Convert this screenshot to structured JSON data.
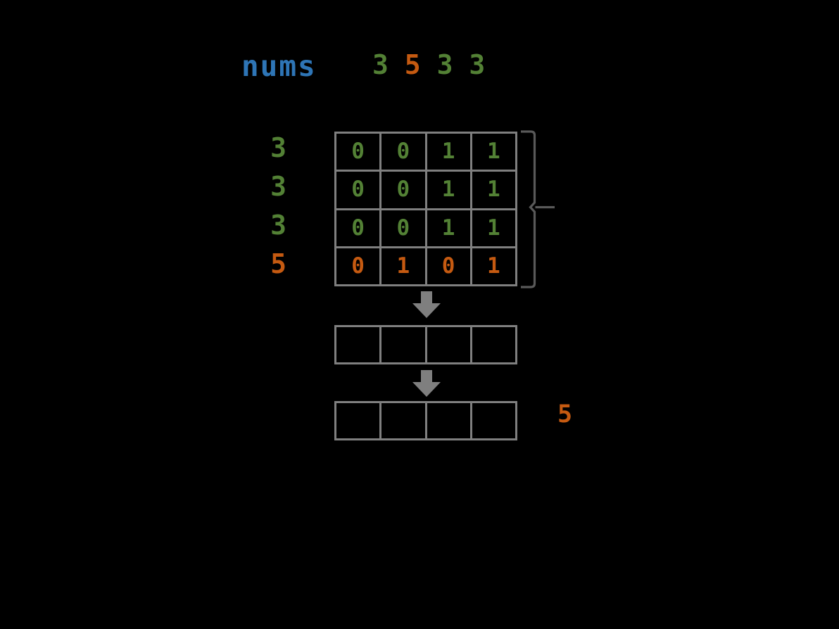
{
  "colors": {
    "background": "#000000",
    "blue": "#2E75B6",
    "green": "#538135",
    "orange": "#C55A11",
    "grid-line": "#7F7F7F",
    "arrow": "#7F7F7F",
    "brace": "#595959"
  },
  "nums_label": "nums",
  "nums_sequence": [
    {
      "value": "3",
      "color": "green"
    },
    {
      "value": "5",
      "color": "orange"
    },
    {
      "value": "3",
      "color": "green"
    },
    {
      "value": "3",
      "color": "green"
    }
  ],
  "bitmask_table": {
    "row_labels": [
      {
        "value": "3",
        "color": "green"
      },
      {
        "value": "3",
        "color": "green"
      },
      {
        "value": "3",
        "color": "green"
      },
      {
        "value": "5",
        "color": "orange"
      }
    ],
    "rows": [
      {
        "color": "green",
        "cells": [
          "0",
          "0",
          "1",
          "1"
        ]
      },
      {
        "color": "green",
        "cells": [
          "0",
          "0",
          "1",
          "1"
        ]
      },
      {
        "color": "green",
        "cells": [
          "0",
          "0",
          "1",
          "1"
        ]
      },
      {
        "color": "orange",
        "cells": [
          "0",
          "1",
          "0",
          "1"
        ]
      }
    ]
  },
  "result_row_1": {
    "cells": [
      "",
      "",
      "",
      ""
    ]
  },
  "result_row_2": {
    "cells": [
      "",
      "",
      "",
      ""
    ]
  },
  "result_value": {
    "value": "5",
    "color": "orange"
  },
  "icons": {
    "down_arrow": "block-arrow-down",
    "brace": "right-brace-with-pointer"
  }
}
